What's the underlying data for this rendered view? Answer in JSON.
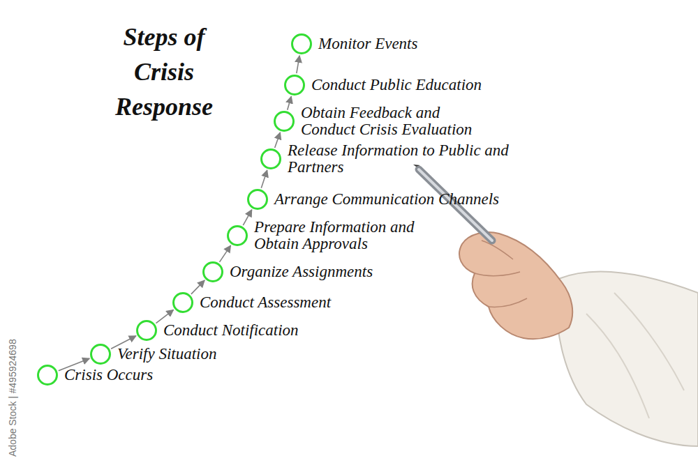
{
  "diagram": {
    "title": "Steps of Crisis Response",
    "nodes": [
      {
        "text": [
          "Crisis Occurs"
        ]
      },
      {
        "text": [
          "Verify Situation"
        ]
      },
      {
        "text": [
          "Conduct Notification"
        ]
      },
      {
        "text": [
          "Conduct Assessment"
        ]
      },
      {
        "text": [
          "Organize Assignments"
        ]
      },
      {
        "text": [
          "Prepare Information and Obtain Approvals"
        ]
      },
      {
        "text": [
          "Arrange Communication Channels"
        ]
      },
      {
        "text": [
          "Release Information to Public and Partners"
        ]
      },
      {
        "text": [
          "Obtain Feedback and Conduct Crisis Evaluation"
        ]
      },
      {
        "text": [
          "Conduct Public Education"
        ]
      },
      {
        "text": [
          "Monitor Events"
        ]
      }
    ],
    "edges": [
      {
        "from": 0,
        "to": 1,
        "arrow": "to"
      },
      {
        "from": 1,
        "to": 2,
        "arrow": "to"
      },
      {
        "from": 2,
        "to": 3,
        "arrow": "to"
      },
      {
        "from": 3,
        "to": 4,
        "arrow": "to"
      },
      {
        "from": 4,
        "to": 5,
        "arrow": "to"
      },
      {
        "from": 5,
        "to": 6,
        "arrow": "to"
      },
      {
        "from": 6,
        "to": 7,
        "arrow": "to"
      },
      {
        "from": 7,
        "to": 8,
        "arrow": "to"
      },
      {
        "from": 8,
        "to": 9,
        "arrow": "to"
      },
      {
        "from": 9,
        "to": 10,
        "arrow": "to"
      }
    ],
    "labels": [
      "Adobe Stock | #495924698"
    ]
  }
}
